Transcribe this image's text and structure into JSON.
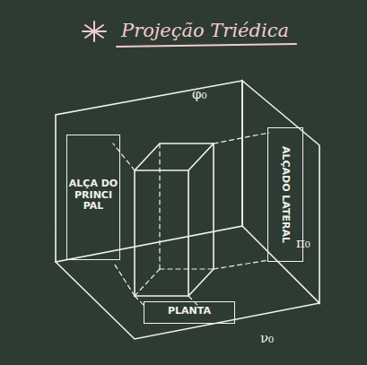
{
  "diagram": {
    "title": "Projeção Triédica",
    "nodes": [
      {
        "text": [
          "ALÇA DO PRINCI PAL"
        ]
      },
      {
        "text": [
          "ALÇADO LATERAL"
        ]
      },
      {
        "text": [
          "PLANTA"
        ]
      }
    ],
    "labels": [
      "φ₀",
      "π₀",
      "ν₀"
    ]
  }
}
